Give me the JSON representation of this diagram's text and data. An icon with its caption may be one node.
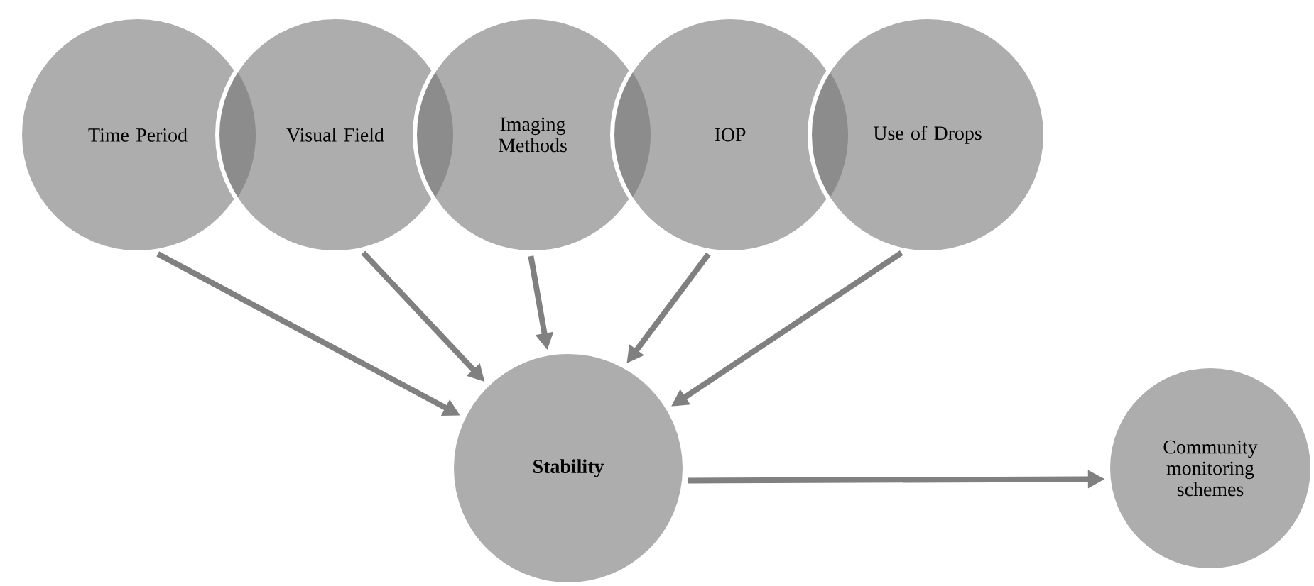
{
  "diagram": {
    "nodes": [
      {
        "text": [
          "Time Period"
        ]
      },
      {
        "text": [
          "Visual Field"
        ]
      },
      {
        "text": [
          "Imaging Methods"
        ]
      },
      {
        "text": [
          "IOP"
        ]
      },
      {
        "text": [
          "Use of Drops"
        ]
      },
      {
        "text": [
          "Stability"
        ]
      },
      {
        "text": [
          "Community monitoring schemes"
        ]
      }
    ],
    "edges": [
      {
        "from": 0,
        "to": 5,
        "arrow": "to"
      },
      {
        "from": 1,
        "to": 5,
        "arrow": "to"
      },
      {
        "from": 2,
        "to": 5,
        "arrow": "to"
      },
      {
        "from": 3,
        "to": 5,
        "arrow": "to"
      },
      {
        "from": 4,
        "to": 5,
        "arrow": "to"
      },
      {
        "from": 5,
        "to": 6,
        "arrow": "to"
      }
    ]
  }
}
